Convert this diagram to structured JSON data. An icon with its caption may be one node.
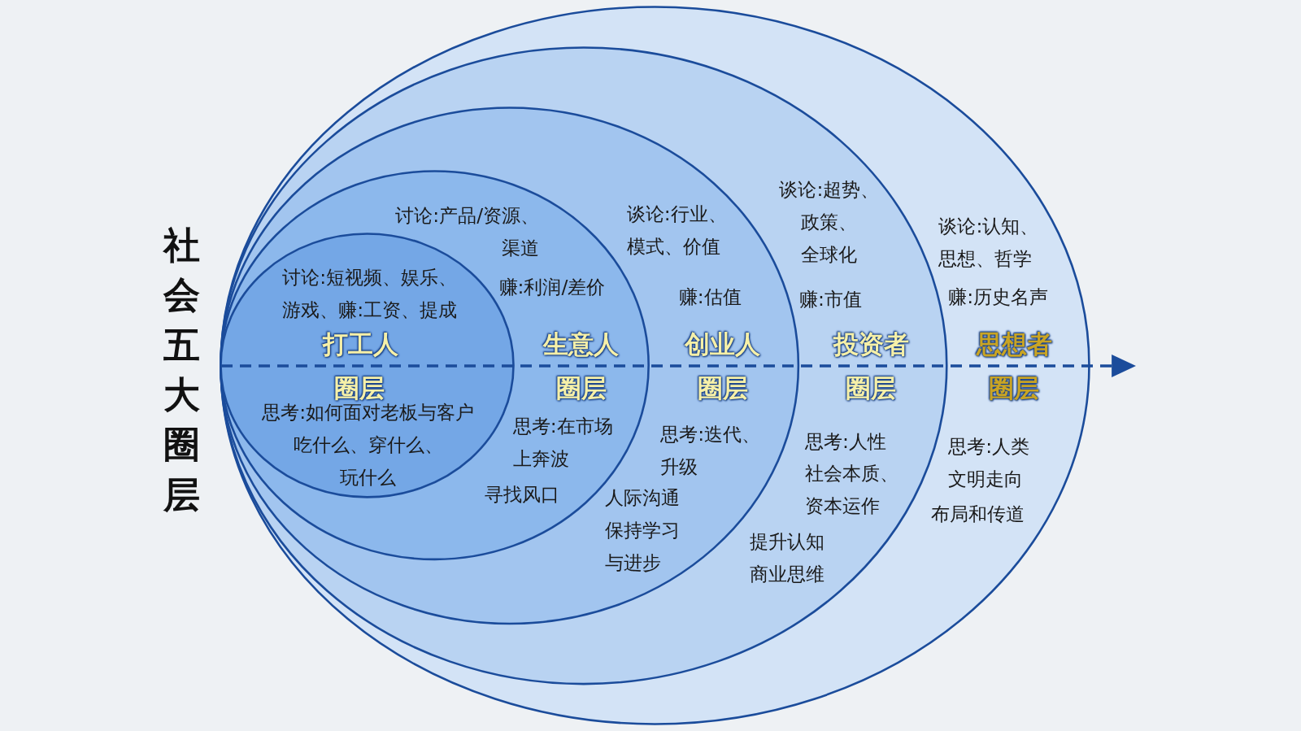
{
  "diagram": {
    "title": "社会五大圈层",
    "nodes": [
      {
        "text": [
          "谈论:认知、思想、哲学",
          "赚:历史名声",
          "思想者",
          "圈层",
          "思考:人类文明走向",
          "布局和传道"
        ]
      },
      {
        "text": [
          "谈论:超势、政策、全球化",
          "赚:市值",
          "投资者",
          "圈层",
          "思考:人性社会本质、资本运作",
          "提升认知商业思维"
        ],
        "in": 0
      },
      {
        "text": [
          "谈论:行业、模式、价值",
          "赚:估值",
          "创业人",
          "圈层",
          "思考:迭代、升级",
          "人际沟通保持学习与进步"
        ],
        "in": 1
      },
      {
        "text": [
          "讨论:产品/资源、渠道",
          "赚:利润/差价",
          "生意人",
          "圈层",
          "思考:在市场上奔波",
          "寻找风口"
        ],
        "in": 2
      },
      {
        "text": [
          "讨论:短视频、娱乐、游戏、赚:工资、提成",
          "打工人",
          "圈层",
          "思考:如何面对老板与客户吃什么、穿什么、玩什么"
        ],
        "in": 3
      }
    ]
  }
}
